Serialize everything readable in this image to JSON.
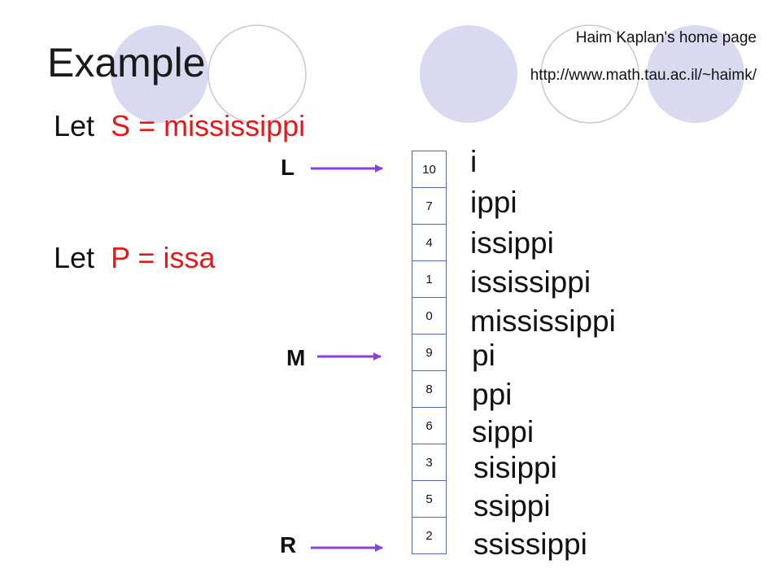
{
  "slide": {
    "title": "Example",
    "attribution": {
      "name": "Haim Kaplan's home page",
      "url": "http://www.math.tau.ac.il/~haimk/"
    },
    "definitions": [
      {
        "prefix": "Let",
        "expression": "S = mississippi"
      },
      {
        "prefix": "Let",
        "expression": "P = issa"
      }
    ],
    "suffix_array": [
      "10",
      "7",
      "4",
      "1",
      "0",
      "9",
      "8",
      "6",
      "3",
      "5",
      "2"
    ],
    "suffixes": [
      "i",
      "ippi",
      "issippi",
      "ississippi",
      "mississippi",
      "pi",
      "ppi",
      "sippi",
      "sisippi",
      "ssippi",
      "ssissippi"
    ],
    "pointers": [
      {
        "label": "L",
        "index": 0
      },
      {
        "label": "M",
        "index": 5
      },
      {
        "label": "R",
        "index": 10
      }
    ]
  },
  "colors": {
    "accent_text": "#e3191b",
    "circle_fill": "#d9d9ef",
    "arrow": "#8a3fe0",
    "cell_border": "#5a66b3"
  }
}
